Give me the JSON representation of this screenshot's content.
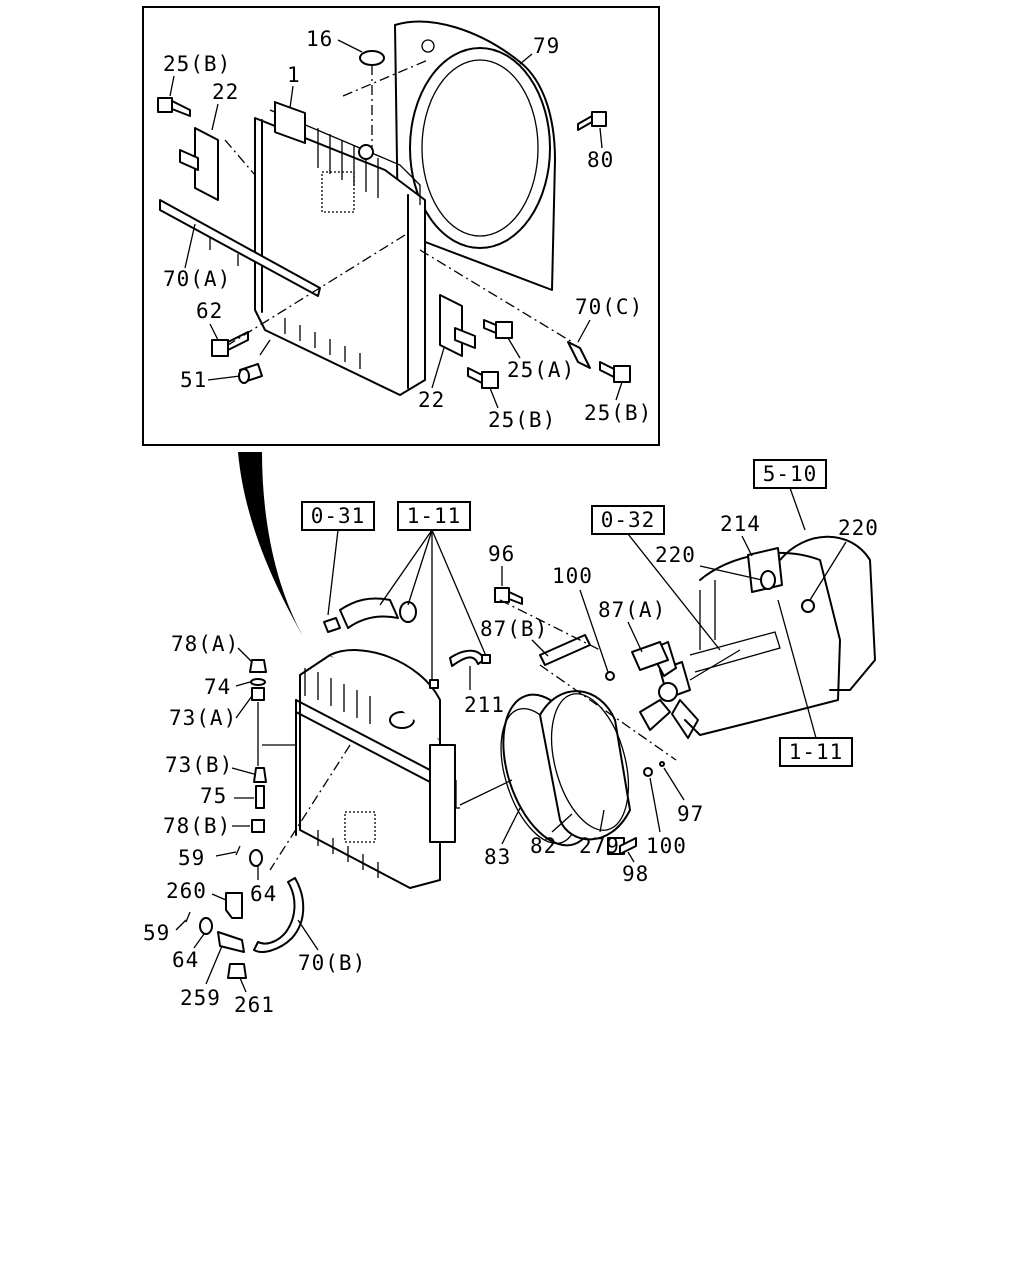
{
  "references": [
    "0-31",
    "1-11",
    "0-32",
    "5-10",
    "1-11"
  ],
  "inset_labels": [
    {
      "id": "16",
      "text": "16"
    },
    {
      "id": "1",
      "text": "1"
    },
    {
      "id": "79",
      "text": "79"
    },
    {
      "id": "25b_top",
      "text": "25(B)"
    },
    {
      "id": "22_top",
      "text": "22"
    },
    {
      "id": "80",
      "text": "80"
    },
    {
      "id": "70a",
      "text": "70(A)"
    },
    {
      "id": "70c",
      "text": "70(C)"
    },
    {
      "id": "62",
      "text": "62"
    },
    {
      "id": "25a",
      "text": "25(A)"
    },
    {
      "id": "51",
      "text": "51"
    },
    {
      "id": "22_bot",
      "text": "22"
    },
    {
      "id": "25b_mid",
      "text": "25(B)"
    },
    {
      "id": "25b_right",
      "text": "25(B)"
    }
  ],
  "main_labels": [
    {
      "id": "96",
      "text": "96"
    },
    {
      "id": "100_top",
      "text": "100"
    },
    {
      "id": "220_left",
      "text": "220"
    },
    {
      "id": "214",
      "text": "214"
    },
    {
      "id": "220_right",
      "text": "220"
    },
    {
      "id": "87a",
      "text": "87(A)"
    },
    {
      "id": "87b",
      "text": "87(B)"
    },
    {
      "id": "78a",
      "text": "78(A)"
    },
    {
      "id": "74",
      "text": "74"
    },
    {
      "id": "73a",
      "text": "73(A)"
    },
    {
      "id": "211",
      "text": "211"
    },
    {
      "id": "73b",
      "text": "73(B)"
    },
    {
      "id": "75",
      "text": "75"
    },
    {
      "id": "78b",
      "text": "78(B)"
    },
    {
      "id": "59_mid",
      "text": "59"
    },
    {
      "id": "64_mid",
      "text": "64"
    },
    {
      "id": "260",
      "text": "260"
    },
    {
      "id": "59_low",
      "text": "59"
    },
    {
      "id": "64_low",
      "text": "64"
    },
    {
      "id": "70b",
      "text": "70(B)"
    },
    {
      "id": "259",
      "text": "259"
    },
    {
      "id": "261",
      "text": "261"
    },
    {
      "id": "83",
      "text": "83"
    },
    {
      "id": "82",
      "text": "82"
    },
    {
      "id": "279",
      "text": "279"
    },
    {
      "id": "98",
      "text": "98"
    },
    {
      "id": "100_bot",
      "text": "100"
    },
    {
      "id": "97",
      "text": "97"
    }
  ]
}
